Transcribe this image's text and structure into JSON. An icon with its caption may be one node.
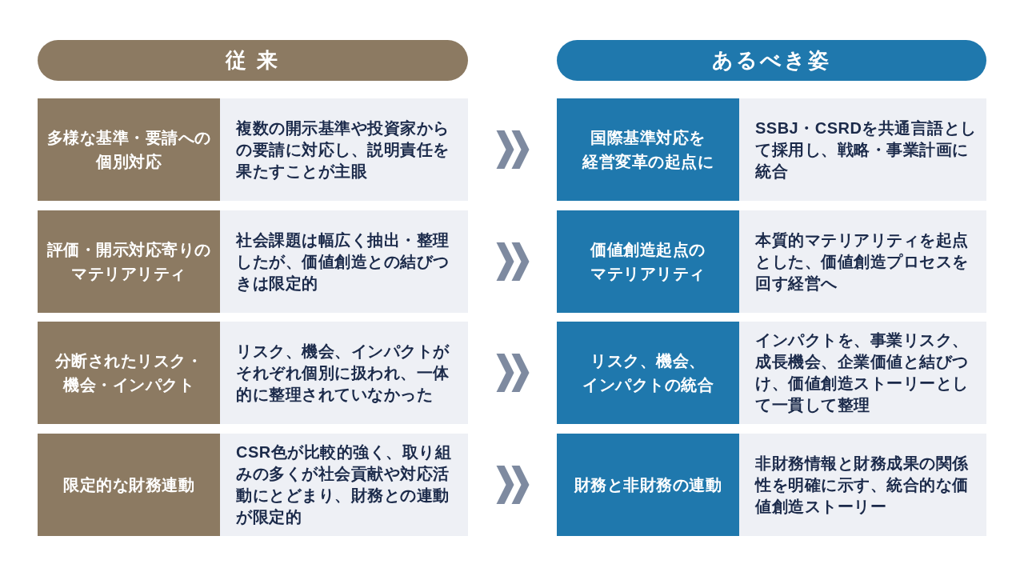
{
  "diagram": {
    "nodes": [
      {
        "text": [
          "従 来"
        ]
      },
      {
        "text": [
          "あるべき姿"
        ]
      },
      {
        "text": [
          "多様な基準・要請への個別対応"
        ]
      },
      {
        "text": [
          "複数の開示基準や投資家からの要請に対応し、説明責任を果たすことが主眼"
        ]
      },
      {
        "text": [
          "国際基準対応を経営変革の起点に"
        ]
      },
      {
        "text": [
          "SSBJ・CSRDを共通言語として採用し、戦略・事業計画に統合"
        ]
      },
      {
        "text": [
          "評価・開示対応寄りのマテリアリティ"
        ]
      },
      {
        "text": [
          "社会課題は幅広く抽出・整理したが、価値創造との結びつきは限定的"
        ]
      },
      {
        "text": [
          "価値創造起点のマテリアリティ"
        ]
      },
      {
        "text": [
          "本質的マテリアリティを起点とした、価値創造プロセスを回す経営へ"
        ]
      },
      {
        "text": [
          "分断されたリスク・機会・インパクト"
        ]
      },
      {
        "text": [
          "リスク、機会、インパクトがそれぞれ個別に扱われ、一体的に整理されていなかった"
        ]
      },
      {
        "text": [
          "リスク、機会、インパクトの統合"
        ]
      },
      {
        "text": [
          "インパクトを、事業リスク、成長機会、企業価値と結びつけ、価値創造ストーリーとして一貫して整理"
        ]
      },
      {
        "text": [
          "限定的な財務連動"
        ]
      },
      {
        "text": [
          "CSR色が比較的強く、取り組みの多くが社会貢献や対応活動にとどまり、財務との連動が限定的"
        ]
      },
      {
        "text": [
          "財務と非財務の連動"
        ]
      },
      {
        "text": [
          "非財務情報と財務成果の関係性を明確に示す、統合的な価値創造ストーリー"
        ]
      }
    ],
    "edges": [
      {
        "from": 3,
        "to": 4,
        "arrow": "to"
      },
      {
        "from": 7,
        "to": 8,
        "arrow": "to"
      },
      {
        "from": 11,
        "to": 12,
        "arrow": "to"
      },
      {
        "from": 15,
        "to": 16,
        "arrow": "to"
      }
    ]
  }
}
